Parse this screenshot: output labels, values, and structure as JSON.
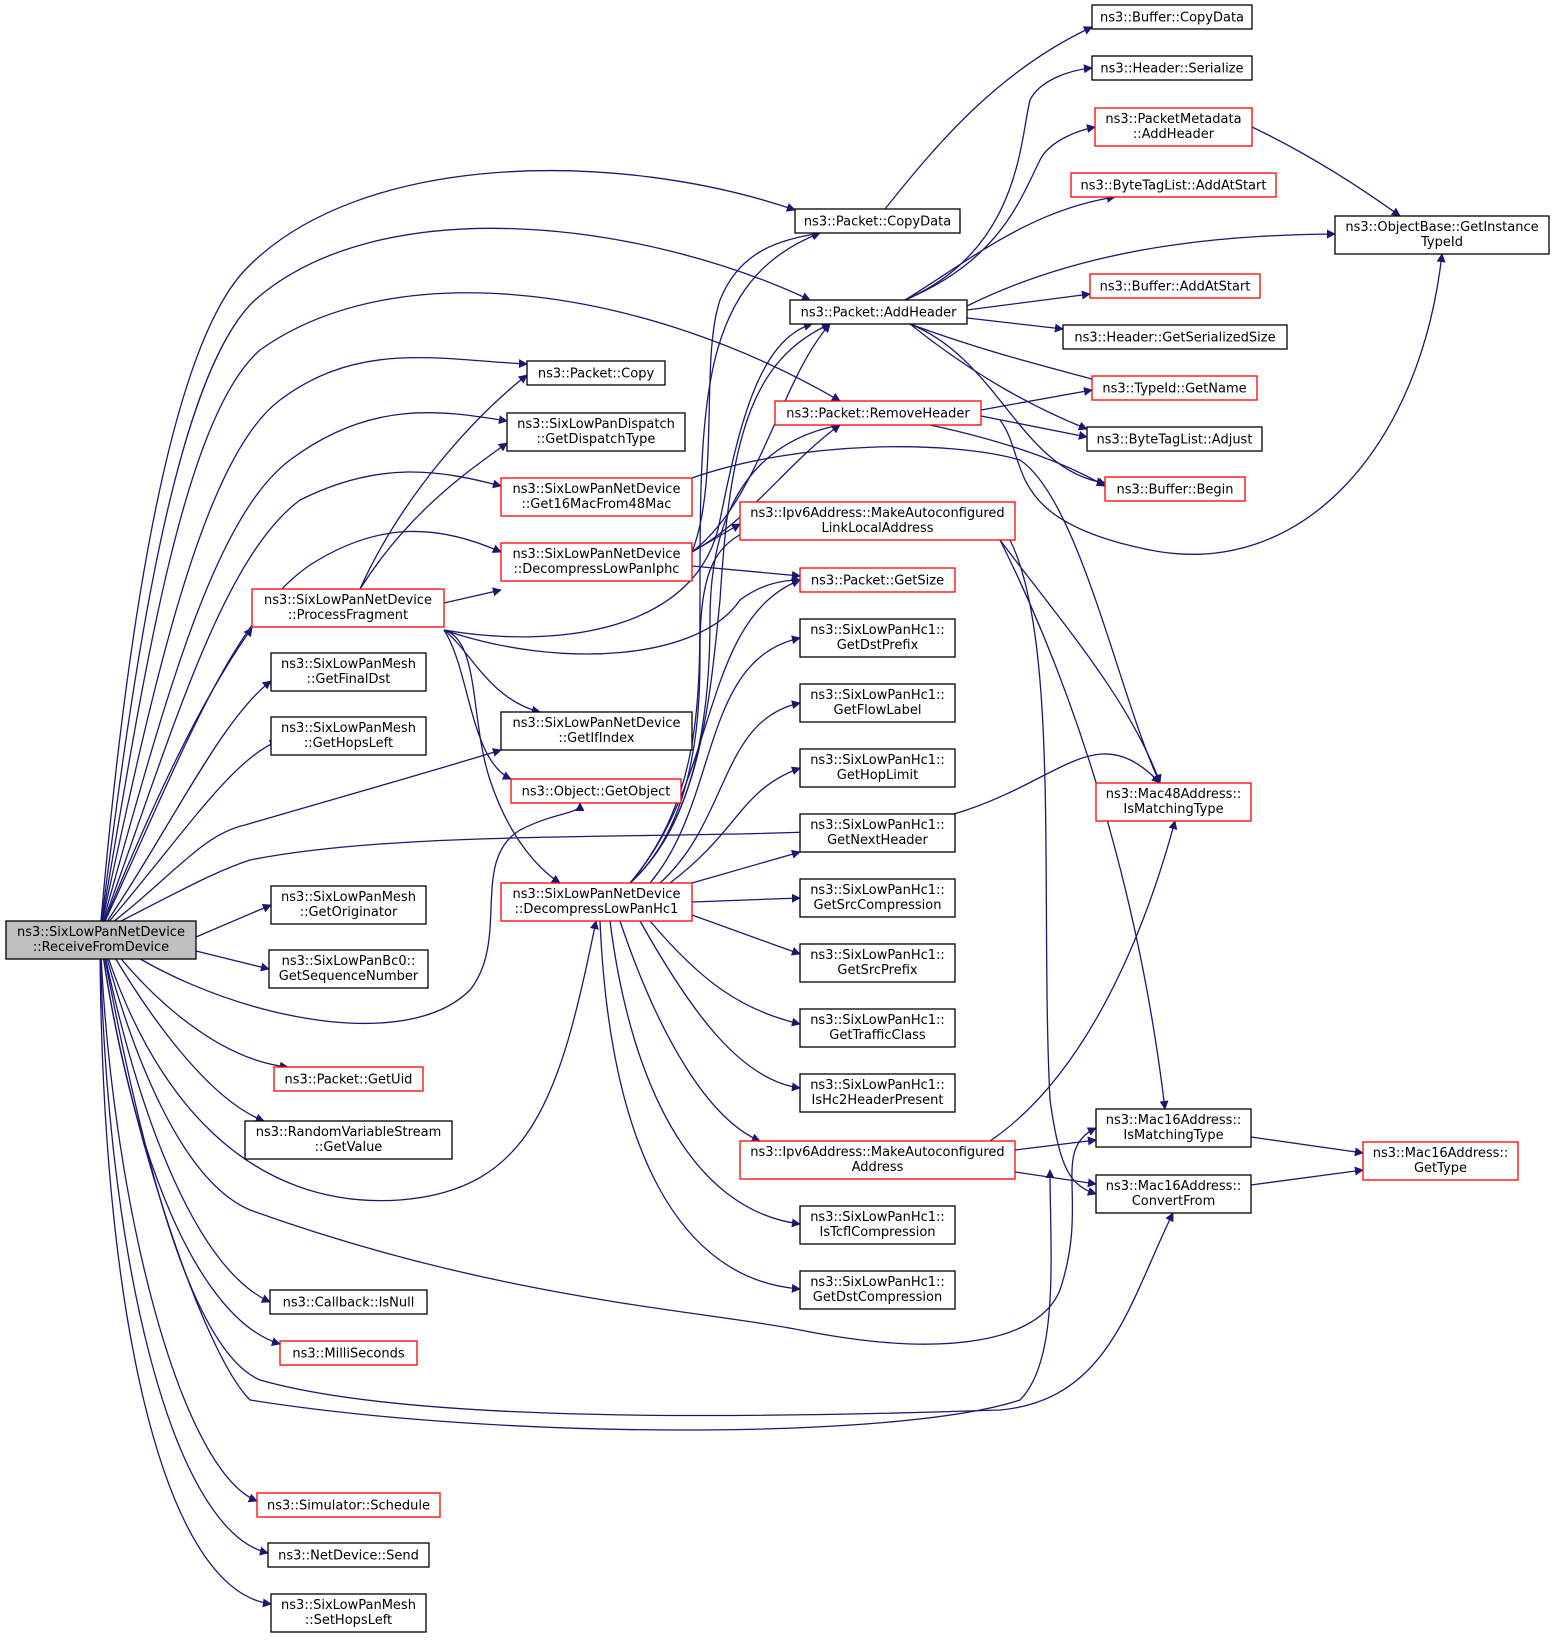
{
  "colors": {
    "edge": "#191970",
    "node_border": "#000000",
    "node_border_truncated": "#ff0000",
    "root_fill": "#bfbfbf",
    "background": "#ffffff"
  },
  "nodes": {
    "root": [
      "ns3::SixLowPanNetDevice",
      "::ReceiveFromDevice"
    ],
    "processFragment": [
      "ns3::SixLowPanNetDevice",
      "::ProcessFragment"
    ],
    "meshGetFinalDst": [
      "ns3::SixLowPanMesh",
      "::GetFinalDst"
    ],
    "meshGetHopsLeft": [
      "ns3::SixLowPanMesh",
      "::GetHopsLeft"
    ],
    "meshGetOriginator": [
      "ns3::SixLowPanMesh",
      "::GetOriginator"
    ],
    "bc0GetSeq": [
      "ns3::SixLowPanBc0::",
      "GetSequenceNumber"
    ],
    "packetGetUid": [
      "ns3::Packet::GetUid"
    ],
    "rvsGetValue": [
      "ns3::RandomVariableStream",
      "::GetValue"
    ],
    "callbackIsNull": [
      "ns3::Callback::IsNull"
    ],
    "milliSeconds": [
      "ns3::MilliSeconds"
    ],
    "simSchedule": [
      "ns3::Simulator::Schedule"
    ],
    "netDeviceSend": [
      "ns3::NetDevice::Send"
    ],
    "meshSetHopsLeft": [
      "ns3::SixLowPanMesh",
      "::SetHopsLeft"
    ],
    "packetCopy": [
      "ns3::Packet::Copy"
    ],
    "dispatchGetType": [
      "ns3::SixLowPanDispatch",
      "::GetDispatchType"
    ],
    "get16Mac": [
      "ns3::SixLowPanNetDevice",
      "::Get16MacFrom48Mac"
    ],
    "decompressIphc": [
      "ns3::SixLowPanNetDevice",
      "::DecompressLowPanIphc"
    ],
    "getIfIndex": [
      "ns3::SixLowPanNetDevice",
      "::GetIfIndex"
    ],
    "objectGetObject": [
      "ns3::Object::GetObject"
    ],
    "decompressHc1": [
      "ns3::SixLowPanNetDevice",
      "::DecompressLowPanHc1"
    ],
    "packetCopyData": [
      "ns3::Packet::CopyData"
    ],
    "packetAddHeader": [
      "ns3::Packet::AddHeader"
    ],
    "packetRemoveHeader": [
      "ns3::Packet::RemoveHeader"
    ],
    "makeLinkLocal": [
      "ns3::Ipv6Address::MakeAutoconfigured",
      "LinkLocalAddress"
    ],
    "packetGetSize": [
      "ns3::Packet::GetSize"
    ],
    "hc1GetDstPrefix": [
      "ns3::SixLowPanHc1::",
      "GetDstPrefix"
    ],
    "hc1GetFlowLabel": [
      "ns3::SixLowPanHc1::",
      "GetFlowLabel"
    ],
    "hc1GetHopLimit": [
      "ns3::SixLowPanHc1::",
      "GetHopLimit"
    ],
    "hc1GetNextHeader": [
      "ns3::SixLowPanHc1::",
      "GetNextHeader"
    ],
    "hc1GetSrcCompression": [
      "ns3::SixLowPanHc1::",
      "GetSrcCompression"
    ],
    "hc1GetSrcPrefix": [
      "ns3::SixLowPanHc1::",
      "GetSrcPrefix"
    ],
    "hc1GetTrafficClass": [
      "ns3::SixLowPanHc1::",
      "GetTrafficClass"
    ],
    "hc1IsHc2": [
      "ns3::SixLowPanHc1::",
      "IsHc2HeaderPresent"
    ],
    "makeAutoAddr": [
      "ns3::Ipv6Address::MakeAutoconfigured",
      "Address"
    ],
    "hc1IsTcfl": [
      "ns3::SixLowPanHc1::",
      "IsTcflCompression"
    ],
    "hc1GetDstCompression": [
      "ns3::SixLowPanHc1::",
      "GetDstCompression"
    ],
    "bufferCopyData": [
      "ns3::Buffer::CopyData"
    ],
    "headerSerialize": [
      "ns3::Header::Serialize"
    ],
    "metadataAddHeader": [
      "ns3::PacketMetadata",
      "::AddHeader"
    ],
    "byteTagAddAtStart": [
      "ns3::ByteTagList::AddAtStart"
    ],
    "objectBaseGetTypeId": [
      "ns3::ObjectBase::GetInstance",
      "TypeId"
    ],
    "bufferAddAtStart": [
      "ns3::Buffer::AddAtStart"
    ],
    "headerGetSize": [
      "ns3::Header::GetSerializedSize"
    ],
    "typeIdGetName": [
      "ns3::TypeId::GetName"
    ],
    "byteTagAdjust": [
      "ns3::ByteTagList::Adjust"
    ],
    "bufferBegin": [
      "ns3::Buffer::Begin"
    ],
    "mac48IsMatching": [
      "ns3::Mac48Address::",
      "IsMatchingType"
    ],
    "mac16IsMatching": [
      "ns3::Mac16Address::",
      "IsMatchingType"
    ],
    "mac16ConvertFrom": [
      "ns3::Mac16Address::",
      "ConvertFrom"
    ],
    "mac16GetType": [
      "ns3::Mac16Address::",
      "GetType"
    ]
  }
}
